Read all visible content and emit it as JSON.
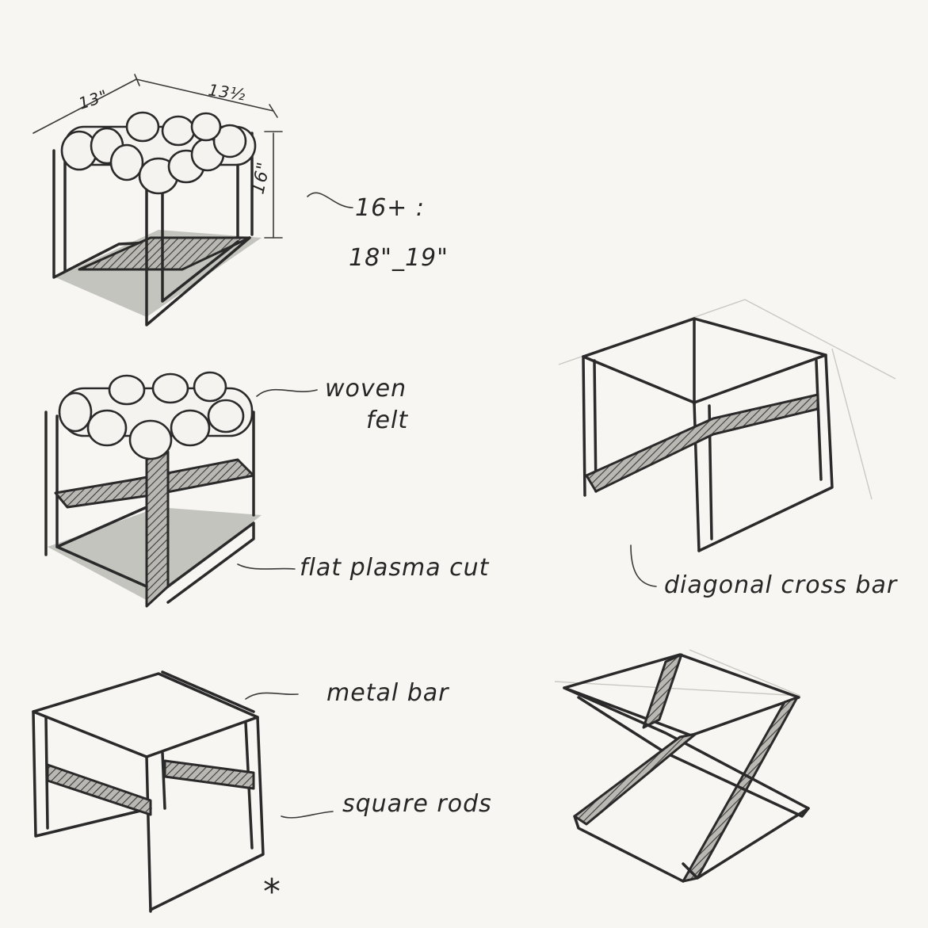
{
  "annotations": {
    "dim_width_left": "13\"",
    "dim_width_right": "13½",
    "dim_height": "16\"",
    "height_options_top": "16+ :",
    "height_options_bottom": "18\"_19\"",
    "woven_felt_line1": "woven",
    "woven_felt_line2": "felt",
    "flat_plasma_cut": "flat plasma cut",
    "diagonal_cross_bar": "diagonal cross bar",
    "metal_bar": "metal  bar",
    "square_rods": "square rods",
    "asterisk": "*"
  },
  "colors": {
    "paper": "#f7f6f2",
    "pencil": "#2a2a2a"
  }
}
